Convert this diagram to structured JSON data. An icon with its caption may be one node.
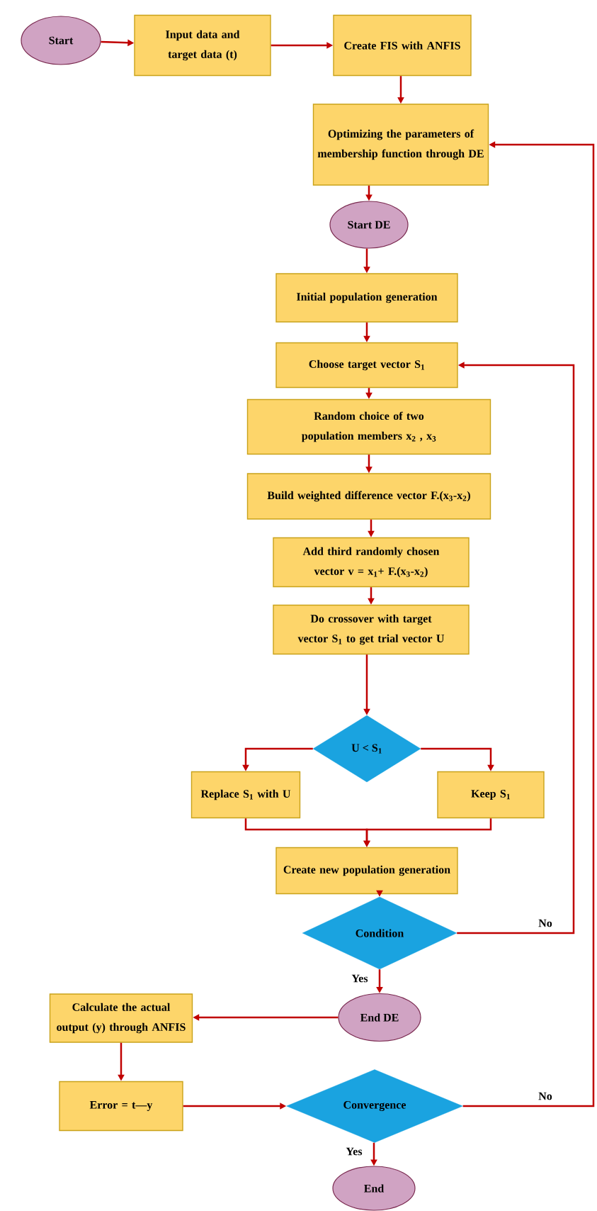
{
  "diagram": {
    "nodes": [
      {
        "text": [
          "Start"
        ]
      },
      {
        "text": [
          "Input data and target data (t)"
        ]
      },
      {
        "text": [
          "Create FIS with ANFIS"
        ]
      },
      {
        "text": [
          "Optimizing the parameters of membership function through DE"
        ]
      },
      {
        "text": [
          "Start DE"
        ]
      },
      {
        "text": [
          "Initial population generation"
        ]
      },
      {
        "text": [
          "Choose target vector S$_{1}$"
        ]
      },
      {
        "text": [
          "Random choice of two population members x$_{2}$ , x$_{3}$"
        ]
      },
      {
        "text": [
          "Build weighted difference vector F.(x$_{3}$-x$_{2}$)"
        ]
      },
      {
        "text": [
          "Add third randomly chosen vector  v = x$_{1}$+ F.(x$_{3}$-x$_{2}$)"
        ]
      },
      {
        "text": [
          "Do crossover with target vector S$_{1}$ to get trial vector U"
        ]
      },
      {
        "text": [
          "U < S$_{1}$"
        ]
      },
      {
        "text": [
          "Replace S$_{1}$ with U"
        ]
      },
      {
        "text": [
          "Keep S$_{1}$"
        ]
      },
      {
        "text": [
          "Create new population generation"
        ]
      },
      {
        "text": [
          "Condition"
        ]
      },
      {
        "text": [
          "End DE"
        ]
      },
      {
        "text": [
          "Calculate the actual output (y) through ANFIS"
        ]
      },
      {
        "text": [
          "Error = t—y"
        ]
      },
      {
        "text": [
          "Convergence"
        ]
      },
      {
        "text": [
          "End"
        ]
      }
    ],
    "edges": [
      {
        "from": 0,
        "to": 1,
        "arrow": "to"
      },
      {
        "from": 1,
        "to": 2,
        "arrow": "to"
      },
      {
        "from": 2,
        "to": 3,
        "arrow": "to"
      },
      {
        "from": 3,
        "to": 4,
        "arrow": "to"
      },
      {
        "from": 4,
        "to": 5,
        "arrow": "to"
      },
      {
        "from": 5,
        "to": 6,
        "arrow": "to"
      },
      {
        "from": 6,
        "to": 7,
        "arrow": "to"
      },
      {
        "from": 7,
        "to": 8,
        "arrow": "to"
      },
      {
        "from": 8,
        "to": 9,
        "arrow": "to"
      },
      {
        "from": 9,
        "to": 10,
        "arrow": "to"
      },
      {
        "from": 10,
        "to": 11,
        "arrow": "to"
      },
      {
        "from": 11,
        "to": 12,
        "arrow": "to"
      },
      {
        "from": 11,
        "to": 13,
        "arrow": "to"
      },
      {
        "from": 12,
        "to": 14,
        "arrow": "to"
      },
      {
        "from": 13,
        "to": 14,
        "arrow": "to"
      },
      {
        "from": 14,
        "to": 15,
        "arrow": "to"
      },
      {
        "from": 15,
        "to": 6,
        "arrow": "to",
        "label": "No"
      },
      {
        "from": 15,
        "to": 16,
        "arrow": "to",
        "label": "Yes"
      },
      {
        "from": 16,
        "to": 17,
        "arrow": "to"
      },
      {
        "from": 17,
        "to": 18,
        "arrow": "to"
      },
      {
        "from": 18,
        "to": 19,
        "arrow": "to"
      },
      {
        "from": 19,
        "to": 3,
        "arrow": "to",
        "label": "No"
      },
      {
        "from": 19,
        "to": 20,
        "arrow": "to",
        "label": "Yes"
      }
    ]
  }
}
